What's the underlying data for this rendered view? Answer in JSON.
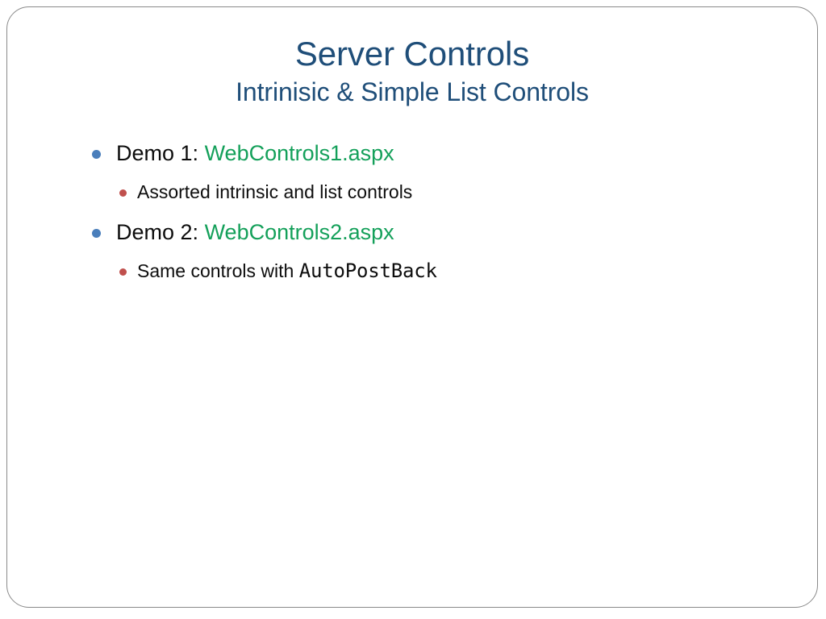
{
  "slide": {
    "title": "Server Controls",
    "subtitle": "Intrinisic & Simple List Controls",
    "colors": {
      "title": "#1F4E79",
      "body_text": "#0D0D0D",
      "link_green": "#14A05A",
      "bullet_level1": "#4A7EBB",
      "bullet_level2": "#C0504D",
      "frame_border": "#8A8A8A",
      "background": "#FFFFFF"
    },
    "bullets": [
      {
        "level": 1,
        "label": "Demo 1:",
        "file": "WebControls1.aspx"
      },
      {
        "level": 2,
        "text": "Assorted intrinsic and list controls"
      },
      {
        "level": 1,
        "label": "Demo 2:",
        "file": "WebControls2.aspx"
      },
      {
        "level": 2,
        "text_prefix": "Same controls with",
        "code": "AutoPostBack"
      }
    ]
  }
}
